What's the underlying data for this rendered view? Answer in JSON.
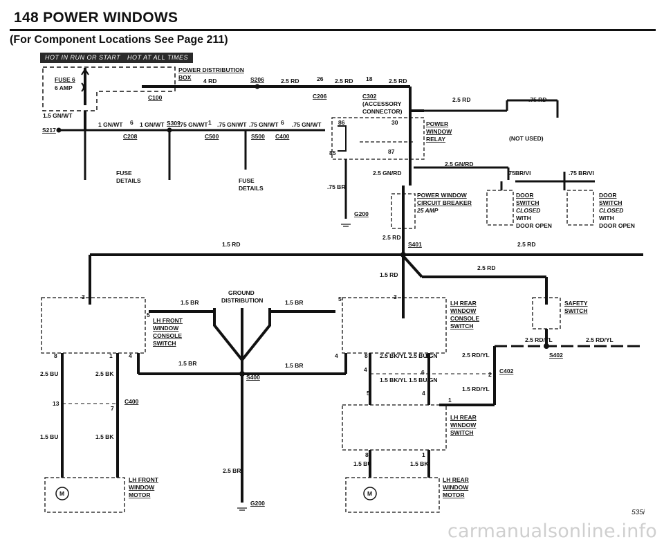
{
  "page_title": "148 POWER WINDOWS",
  "subtitle": "(For Component Locations See Page 211)",
  "legend": {
    "hot_in_run_or_start": "HOT IN RUN OR START",
    "hot_at_all_times": "HOT AT ALL TIMES"
  },
  "model": "535i",
  "watermark": "carmanualsonline.info",
  "labels": {
    "fuse6": "FUSE 6",
    "amp6": "6 AMP",
    "c100": "C100",
    "pdb1": "POWER DISTRIBUTION",
    "pdb2": "BOX",
    "w4rd": "4 RD",
    "s206": "S206",
    "w25rd_a": "2.5 RD",
    "p26": "26",
    "w25rd_b": "2.5 RD",
    "p18": "18",
    "w25rd_c": "2.5 RD",
    "c206": "C206",
    "c302": "C302",
    "acc1": "(ACCESSORY",
    "acc2": "CONNECTOR)",
    "w15gnwt": "1.5 GN/WT",
    "s217": "S217",
    "w1gnwt_a": "1 GN/WT",
    "p6a": "6",
    "w1gnwt_b": "1 GN/WT",
    "s309": "S309",
    "w75gnwt_a": ".75 GN/WT",
    "p1a": "1",
    "w75gnwt_b": ".75 GN/WT",
    "w75gnwt_c": ".75 GN/WT",
    "p6b": "6",
    "w75gnwt_d": ".75 GN/WT",
    "c208": "C208",
    "c500": "C500",
    "s500": "S500",
    "c400_top": "C400",
    "fuse_details_1": "FUSE",
    "fuse_details_2": "DETAILS",
    "fuse_details_3": "FUSE",
    "fuse_details_4": "DETAILS",
    "w25rd_d": "2.5 RD",
    "w75rd": ".75 RD",
    "p30": "30",
    "p86": "86",
    "p85": "85",
    "p87": "87",
    "relay1": "POWER",
    "relay2": "WINDOW",
    "relay3": "RELAY",
    "not_used": "(NOT USED)",
    "w25gnrd_a": "2.5 GN/RD",
    "w25gnrd_b": "2.5 GN/RD",
    "w75br": ".75 BR",
    "g200_top": "G200",
    "w75brvi_a": ".75BR/VI",
    "w75brvi_b": ".75 BR/VI",
    "cb1": "POWER WINDOW",
    "cb2": "CIRCUIT BREAKER",
    "cb3": "25 AMP",
    "ds1": "DOOR",
    "ds2": "SWITCH",
    "ds3": "CLOSED",
    "ds4": "WITH",
    "ds5": "DOOR OPEN",
    "w25rd_e": "2.5 RD",
    "s401": "S401",
    "w15rd_a": "1.5 RD",
    "w25rd_f": "2.5 RD",
    "w25rd_g": "2.5 RD",
    "w15rd_b": "1.5 RD",
    "gd1": "GROUND",
    "gd2": "DISTRIBUTION",
    "s400": "S400",
    "w15br_a": "1.5 BR",
    "w15br_b": "1.5 BR",
    "w15br_c": "1.5 BR",
    "w15br_d": "1.5 BR",
    "w25br": "2.5 BR",
    "lfc1": "LH FRONT",
    "lfc2": "WINDOW",
    "lfc3": "CONSOLE",
    "lfc4": "SWITCH",
    "lrc1": "LH REAR",
    "lrc2": "WINDOW",
    "lrc3": "CONSOLE",
    "lrc4": "SWITCH",
    "saf1": "SAFETY",
    "saf2": "SWITCH",
    "w25rdyl_a": "2.5 RD/YL",
    "w25rdyl_b": "2.5 RD/YL",
    "s402": "S402",
    "w25rdyl_c": "2.5 RD/YL",
    "c402": "C402",
    "w15rdyl": "1.5 RD/YL",
    "w25bu": "2.5 BU",
    "w25bk": "2.5 BK",
    "w15bu_a": "1.5 BU",
    "w15bk_a": "1.5 BK",
    "c400_bot": "C400",
    "p3a": "3",
    "p3b": "3",
    "p5a": "5",
    "p5b": "5",
    "p5c": "5",
    "p8a": "8",
    "p1b": "1",
    "p4a": "4",
    "p4b": "4",
    "p8b": "8",
    "p1c": "1",
    "p4c": "4",
    "p6c": "6",
    "p2": "2",
    "p4d": "4",
    "p13": "13",
    "p7": "7",
    "p8c": "8",
    "p1d": "1",
    "p1e": "1",
    "w25bkyl": "2.5 BK/YL",
    "w25bugn": "2.5 BU/GN",
    "w15bkyl": "1.5 BK/YL",
    "w15bugn": "1.5 BU/GN",
    "w15bu_b": "1.5 BU",
    "w15bk_b": "1.5 BK",
    "lrs1": "LH REAR",
    "lrs2": "WINDOW",
    "lrs3": "SWITCH",
    "lfm1": "LH FRONT",
    "lfm2": "WINDOW",
    "lfm3": "MOTOR",
    "lrm1": "LH REAR",
    "lrm2": "WINDOW",
    "lrm3": "MOTOR",
    "m1": "M",
    "m2": "M",
    "g200_bot": "G200"
  }
}
